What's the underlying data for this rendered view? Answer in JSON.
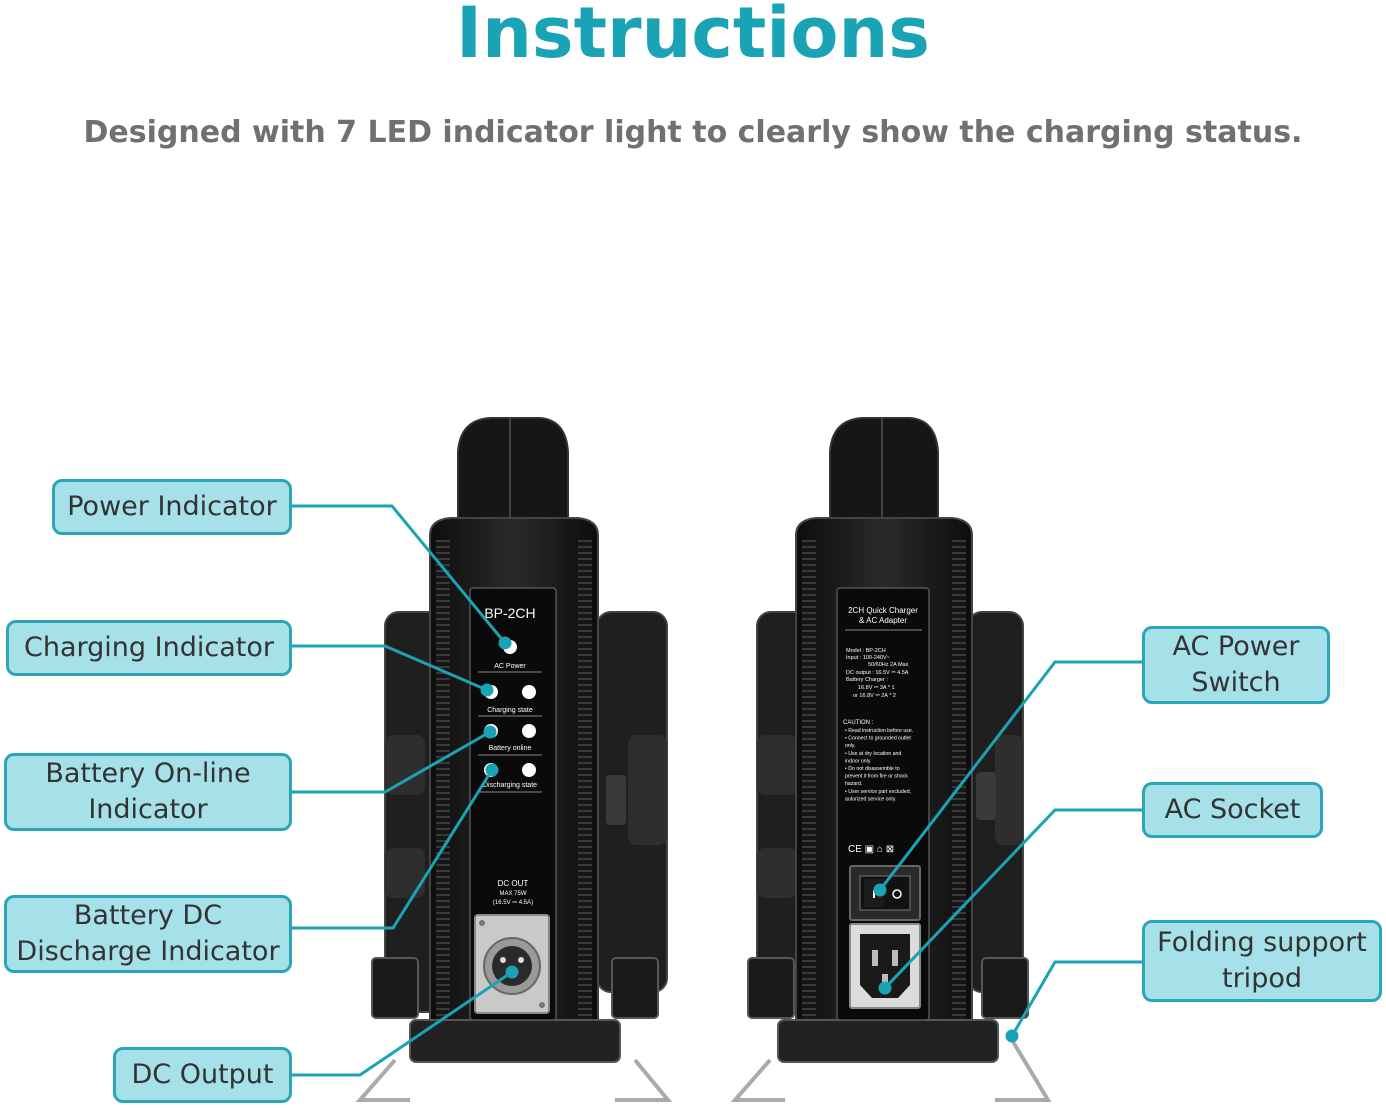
{
  "header": {
    "title": "Instructions",
    "subtitle": "Designed with 7 LED indicator light to clearly show the charging status."
  },
  "callouts": {
    "power_indicator": "Power Indicator",
    "charging_indicator": "Charging Indicator",
    "battery_online_indicator": [
      "Battery On-line",
      "Indicator"
    ],
    "battery_dc_discharge_indicator": [
      "Battery DC",
      "Discharge Indicator"
    ],
    "dc_output": "DC Output",
    "ac_power_switch": [
      "AC Power",
      "Switch"
    ],
    "ac_socket": "AC Socket",
    "folding_support_tripod": [
      "Folding support",
      "tripod"
    ]
  },
  "front_panel": {
    "model": "BP-2CH",
    "ac_power": "AC Power",
    "charging_state": "Charging state",
    "battery_online": "Battery online",
    "discharging_state": "Discharging state",
    "dc_out": "DC OUT",
    "dc_out_max": "MAX 75W",
    "dc_out_spec": "(16.5V ⎓ 4.5A)"
  },
  "back_panel": {
    "title_line1": "2CH Quick Charger",
    "title_line2": "& AC Adapter",
    "spec_model": "Model : BP-2CH",
    "spec_input": "Input : 100-240V~",
    "spec_freq": "50/60Hz 2A Max",
    "spec_dc_output": "DC output : 16.5V ⎓ 4.5A",
    "spec_battery_charger": "Battery Charger :",
    "spec_charge1": "16.8V ⎓ 3A * 1",
    "spec_charge2": "or 16.8V ⎓ 2A * 2",
    "caution_title": "CAUTION :",
    "caution_lines": [
      "• Read instruction before use.",
      "• Connect to grounded outlet",
      "only.",
      "• Use at dry location and",
      "indoor only.",
      "• Do not disassemble to",
      "prevent it from fire or shock",
      "hazard.",
      "• User service part excluded,",
      "autorized service only."
    ],
    "marks": "CE ▣ ⌂ ⊠"
  },
  "colors": {
    "accent": "#1aa3b5",
    "callout_fill": "#a6e1ea",
    "callout_border": "#2ba6b8",
    "device": "#1c1c1c"
  }
}
